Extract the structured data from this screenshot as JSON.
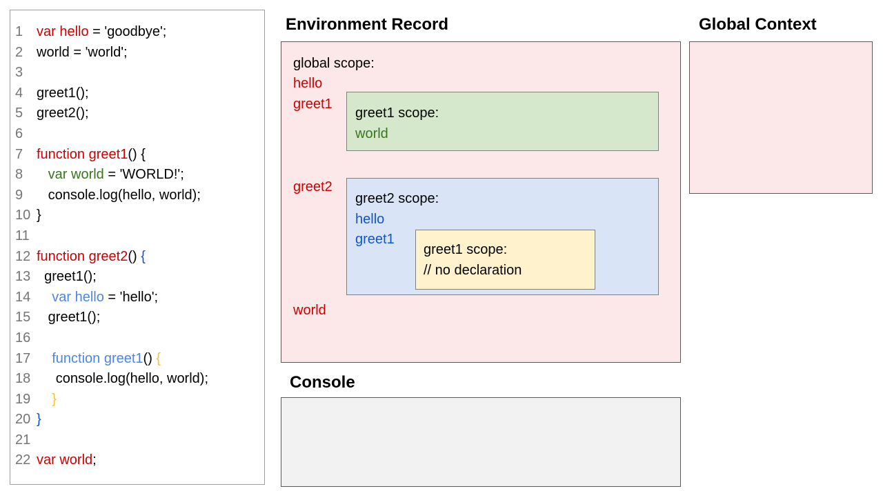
{
  "headers": {
    "environment_record": "Environment Record",
    "global_context": "Global Context",
    "console": "Console"
  },
  "colors": {
    "code_red": "#cc0000",
    "code_green": "#38761d",
    "code_blue": "#4a86e8",
    "code_dark_blue": "#1155cc",
    "code_yellow": "#f1c232",
    "line_number_gray": "#757575",
    "pink_fill": "#fce8e8",
    "green_fill": "#d6e8cb",
    "blue_fill": "#d9e5f6",
    "yellow_fill": "#fff2cc",
    "console_fill": "#f2f2f2",
    "box_border": "#595959"
  },
  "code": {
    "lines": [
      {
        "n": "1",
        "segments": [
          {
            "t": "var hello",
            "c": "red"
          },
          {
            "t": " = 'goodbye';",
            "c": "black"
          }
        ]
      },
      {
        "n": "2",
        "segments": [
          {
            "t": "world = 'world';",
            "c": "black"
          }
        ]
      },
      {
        "n": "3",
        "segments": []
      },
      {
        "n": "4",
        "segments": [
          {
            "t": "greet1();",
            "c": "black"
          }
        ]
      },
      {
        "n": "5",
        "segments": [
          {
            "t": "greet2();",
            "c": "black"
          }
        ]
      },
      {
        "n": "6",
        "segments": []
      },
      {
        "n": "7",
        "segments": [
          {
            "t": "function greet1",
            "c": "red"
          },
          {
            "t": "() {",
            "c": "black"
          }
        ]
      },
      {
        "n": "8",
        "segments": [
          {
            "t": "   var world",
            "c": "green"
          },
          {
            "t": " = 'WORLD!';",
            "c": "black"
          }
        ]
      },
      {
        "n": "9",
        "segments": [
          {
            "t": "   console.log(hello, world);",
            "c": "black"
          }
        ]
      },
      {
        "n": "10",
        "segments": [
          {
            "t": "}",
            "c": "black"
          }
        ]
      },
      {
        "n": "11",
        "segments": []
      },
      {
        "n": "12",
        "segments": [
          {
            "t": "function greet2",
            "c": "red"
          },
          {
            "t": "()",
            "c": "black"
          },
          {
            "t": " {",
            "c": "dblue"
          }
        ]
      },
      {
        "n": "13",
        "segments": [
          {
            "t": "  greet1();",
            "c": "black"
          }
        ]
      },
      {
        "n": "14",
        "segments": [
          {
            "t": "    var hello",
            "c": "blue"
          },
          {
            "t": " = 'hello';",
            "c": "black"
          }
        ]
      },
      {
        "n": "15",
        "segments": [
          {
            "t": "   greet1();",
            "c": "black"
          }
        ]
      },
      {
        "n": "16",
        "segments": []
      },
      {
        "n": "17",
        "segments": [
          {
            "t": "    function greet1",
            "c": "blue"
          },
          {
            "t": "()",
            "c": "black"
          },
          {
            "t": " {",
            "c": "yellow"
          }
        ]
      },
      {
        "n": "18",
        "segments": [
          {
            "t": "     console.log(hello, world);",
            "c": "black"
          }
        ]
      },
      {
        "n": "19",
        "segments": [
          {
            "t": "    }",
            "c": "yellow"
          }
        ]
      },
      {
        "n": "20",
        "segments": [
          {
            "t": "}",
            "c": "dblue"
          }
        ]
      },
      {
        "n": "21",
        "segments": []
      },
      {
        "n": "22",
        "segments": [
          {
            "t": "var world",
            "c": "red"
          },
          {
            "t": ";",
            "c": "black"
          }
        ]
      }
    ]
  },
  "environment_record": {
    "global_scope_label": "global scope:",
    "hello_label": "hello",
    "greet1_label": "greet1",
    "greet2_label": "greet2",
    "world_label": "world",
    "greet1_box": {
      "title": "greet1 scope:",
      "var_world": "world"
    },
    "greet2_box": {
      "title": "greet2 scope:",
      "var_hello": "hello",
      "var_greet1": "greet1",
      "nested_greet1_box": {
        "title": "greet1 scope:",
        "comment": "// no declaration"
      }
    }
  }
}
